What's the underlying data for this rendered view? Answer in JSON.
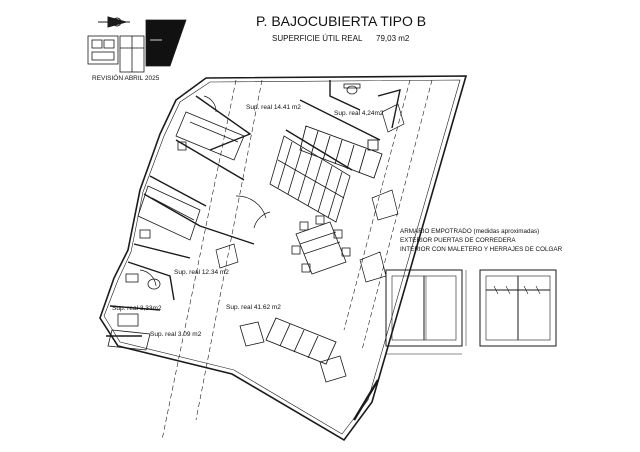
{
  "header": {
    "title": "P. BAJOCUBIERTA TIPO B",
    "surface_label": "SUPERFICIE ÚTIL REAL",
    "surface_value": "79,03 m2",
    "revision": "REVISIÓN ABRIL 2025"
  },
  "rooms": [
    {
      "label": "Sup. real 14.41 m2"
    },
    {
      "label": "Sup. real 4,24m2"
    },
    {
      "label": "Sup. real 12.34 m2"
    },
    {
      "label": "Sup. real 41.62 m2"
    },
    {
      "label": "Sup. real 3,33m2"
    },
    {
      "label": "Sup. real 3.09 m2"
    }
  ],
  "wardrobe_note": {
    "line1": "ARMARIO EMPOTRADO (medidas aproximadas)",
    "line2": "EXTERIOR PUERTAS DE CORREDERA",
    "line3": "INTERIOR CON MALETERO Y HERRAJES DE COLGAR"
  },
  "colors": {
    "line": "#1a1a1a",
    "fill_dark": "#111111",
    "hatch": "#8a8a8a"
  }
}
